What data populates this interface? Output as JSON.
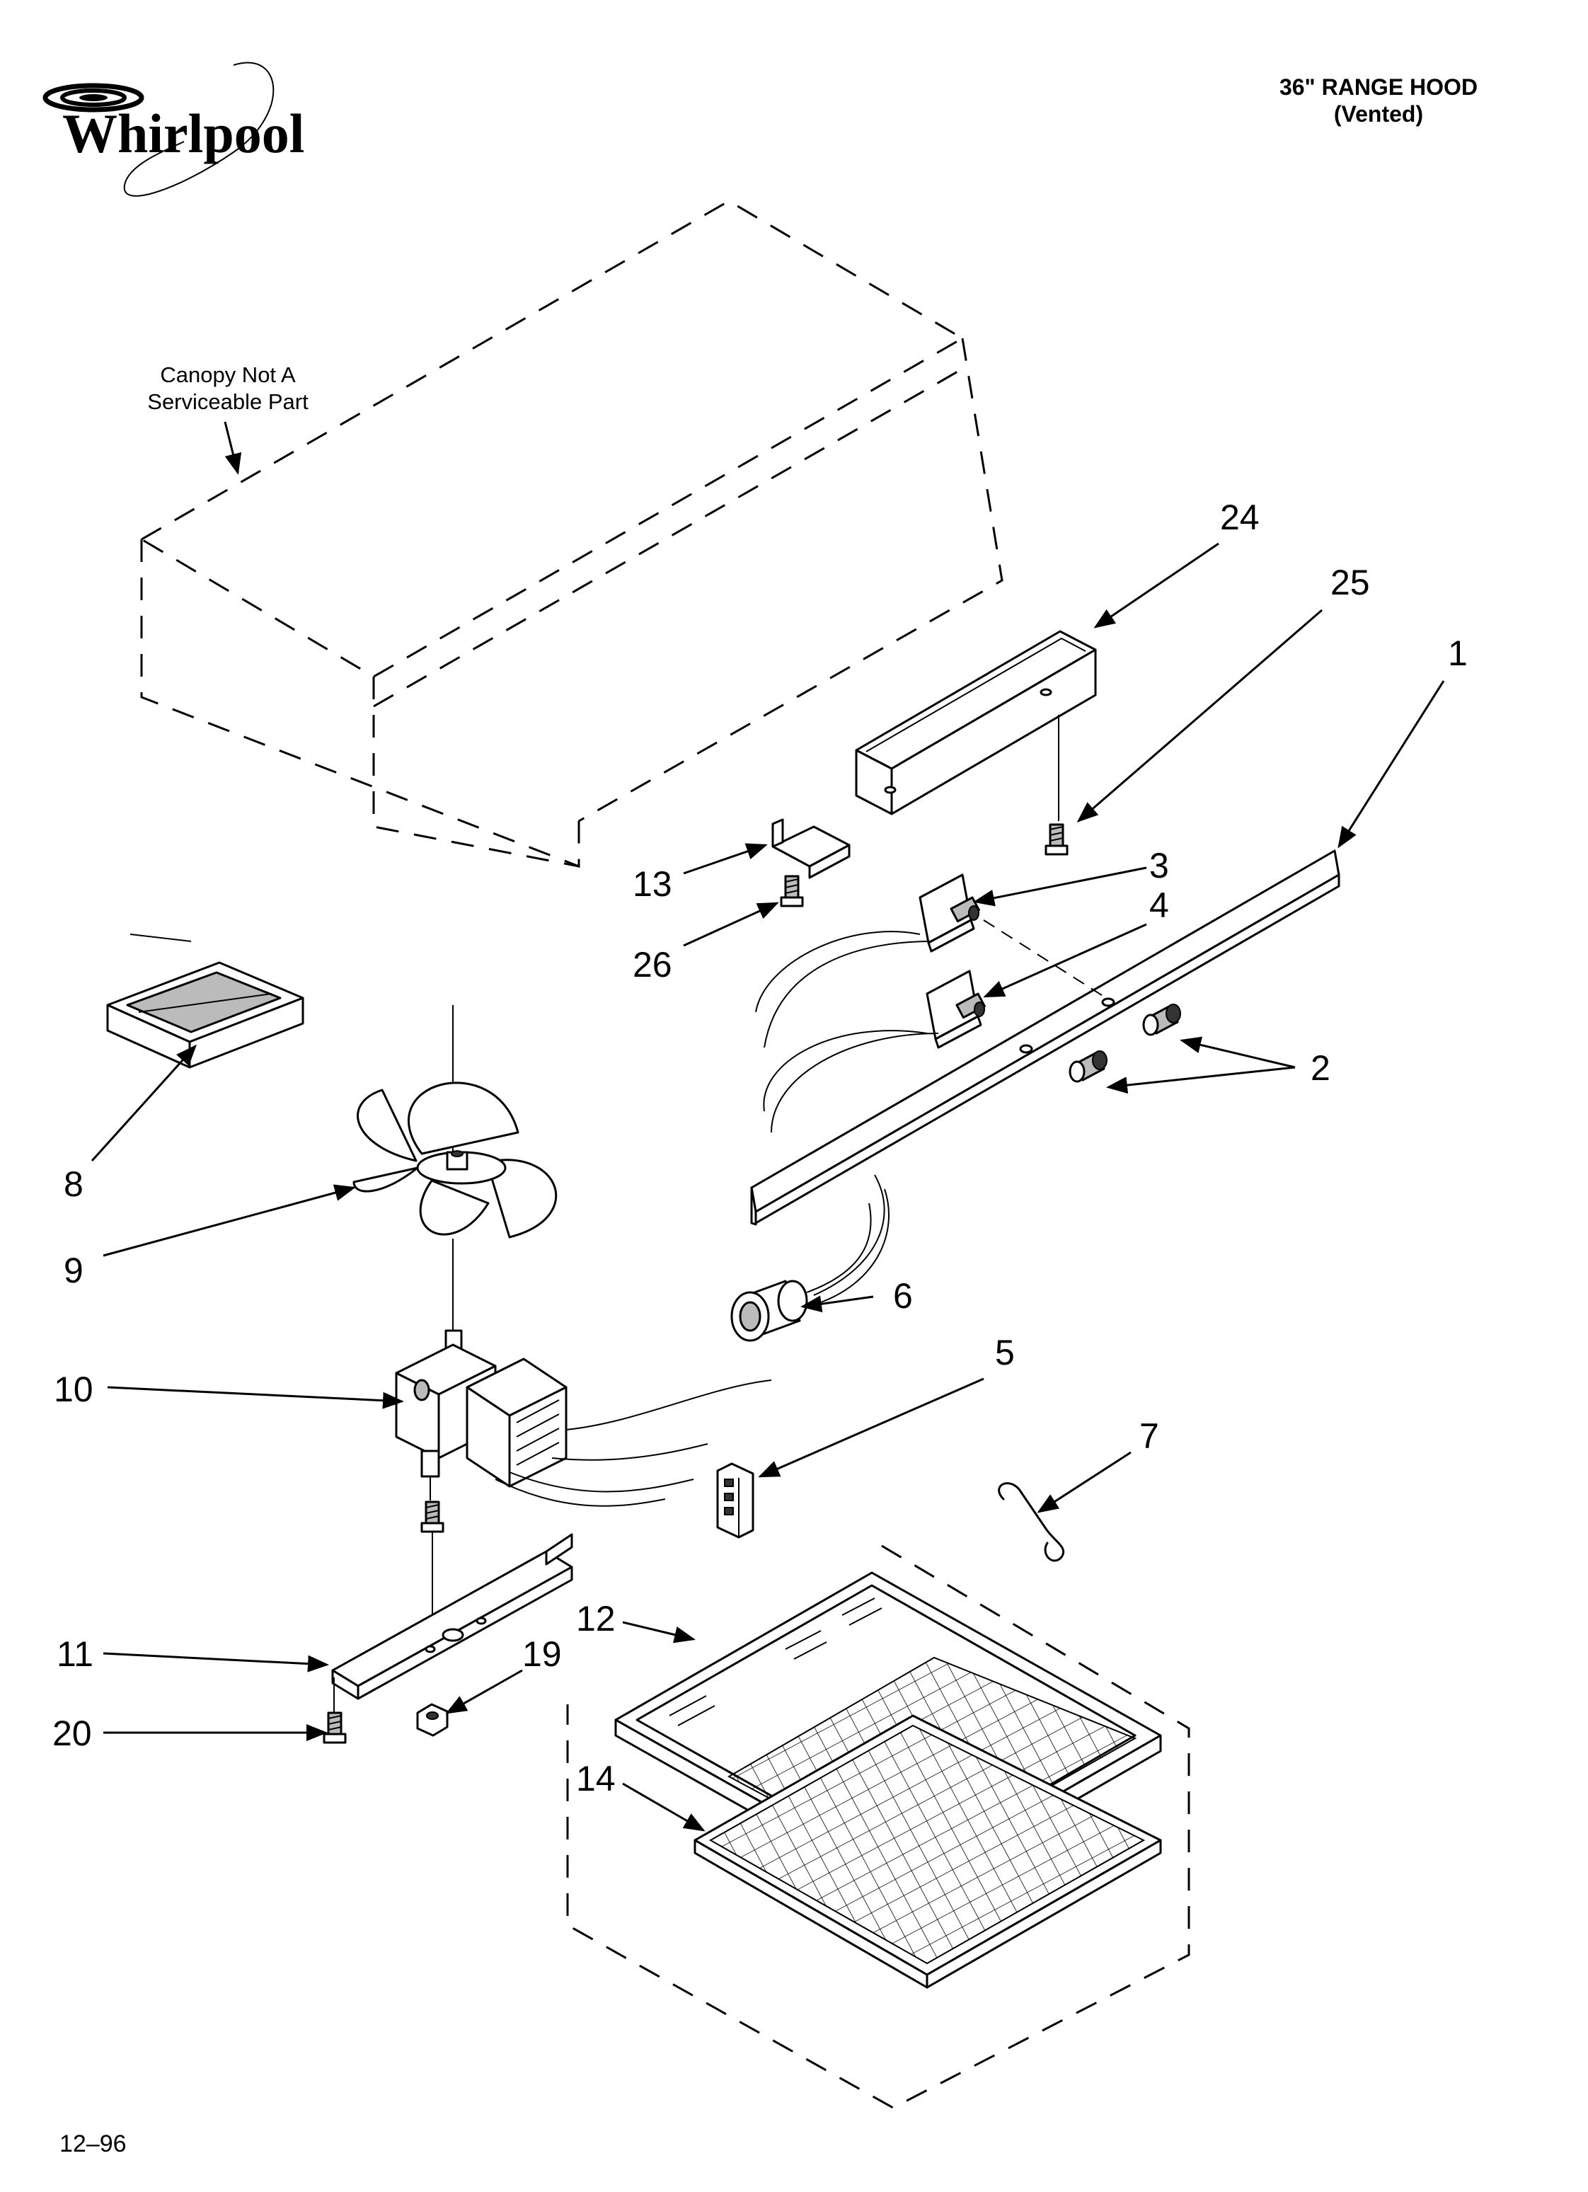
{
  "brand": "Whirlpool",
  "header": {
    "line1": "36\" RANGE HOOD",
    "line2": "(Vented)"
  },
  "canopy_note": {
    "line1": "Canopy Not A",
    "line2": "Serviceable Part"
  },
  "footer": {
    "date_code": "12–96"
  },
  "callouts": {
    "c1": "1",
    "c2": "2",
    "c3": "3",
    "c4": "4",
    "c5": "5",
    "c6": "6",
    "c7": "7",
    "c8": "8",
    "c9": "9",
    "c10": "10",
    "c11": "11",
    "c12": "12",
    "c13": "13",
    "c14": "14",
    "c19": "19",
    "c20": "20",
    "c24": "24",
    "c25": "25",
    "c26": "26"
  }
}
